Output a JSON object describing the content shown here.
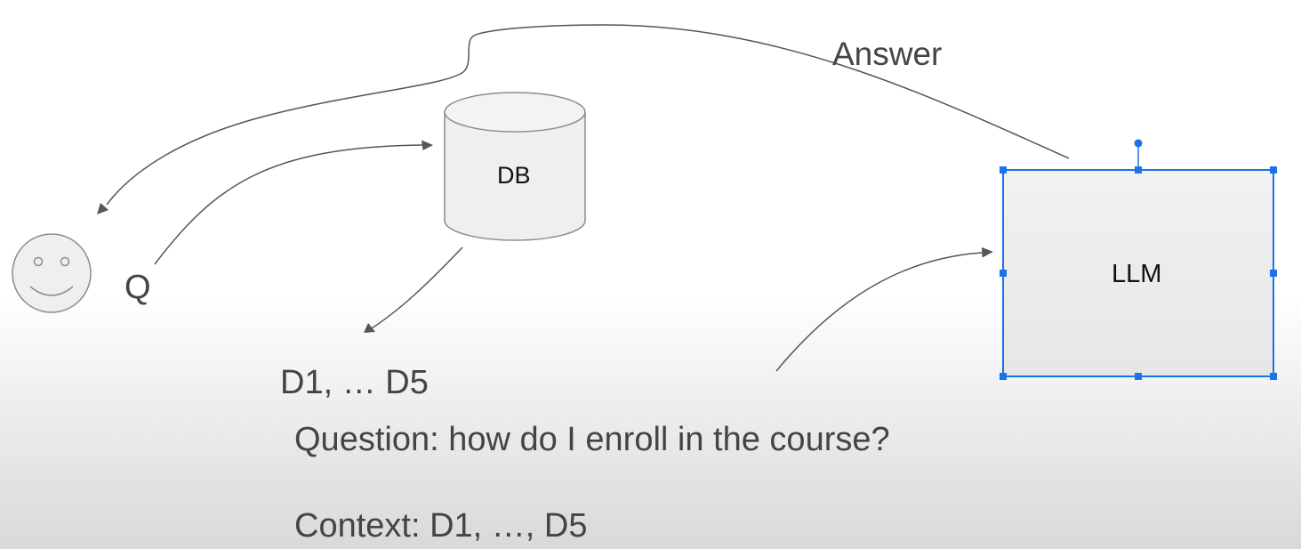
{
  "diagram": {
    "user": {
      "icon": "smiley-face-icon"
    },
    "labels": {
      "question_short": "Q",
      "answer": "Answer",
      "docs": "D1, … D5"
    },
    "db": {
      "label": "DB"
    },
    "llm": {
      "label": "LLM",
      "selected": true
    },
    "prompt": {
      "question": "Question: how do I enroll in the course?",
      "context": "Context: D1, …, D5"
    },
    "colors": {
      "line": "#555555",
      "shape_fill": "#efefef",
      "shape_stroke": "#8c8c8c",
      "selection": "#1a73e8",
      "text": "#444444"
    }
  }
}
